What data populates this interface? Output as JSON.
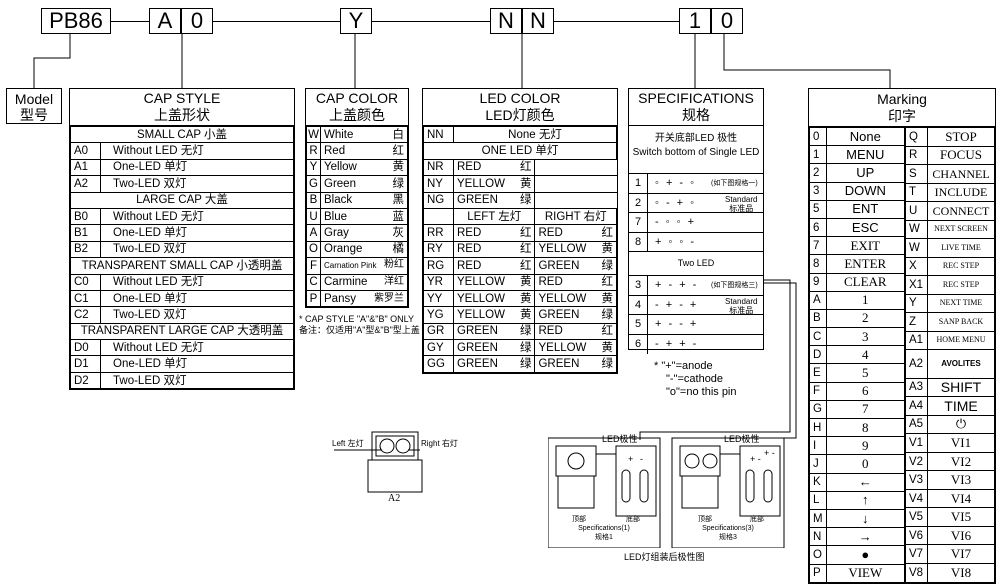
{
  "part_number": {
    "base": "PB86",
    "cap_style_codes": [
      "A",
      "0"
    ],
    "cap_color_code": "Y",
    "led_color_codes": [
      "N",
      "N"
    ],
    "spec_codes": [
      "1",
      "0"
    ]
  },
  "model": {
    "title_en": "Model",
    "title_cn": "型号"
  },
  "cap_style": {
    "title_en": "CAP STYLE",
    "title_cn": "上盖形状",
    "rows": [
      {
        "section": "SMALL CAP 小盖"
      },
      {
        "code": "A0",
        "desc": "Without LED 无灯"
      },
      {
        "code": "A1",
        "desc": "One-LED 单灯"
      },
      {
        "code": "A2",
        "desc": "Two-LED 双灯"
      },
      {
        "section": "LARGE CAP 大盖"
      },
      {
        "code": "B0",
        "desc": "Without LED 无灯"
      },
      {
        "code": "B1",
        "desc": "One-LED 单灯"
      },
      {
        "code": "B2",
        "desc": "Two-LED 双灯"
      },
      {
        "section": "TRANSPARENT SMALL CAP 小透明盖"
      },
      {
        "code": "C0",
        "desc": "Without LED 无灯"
      },
      {
        "code": "C1",
        "desc": "One-LED 单灯"
      },
      {
        "code": "C2",
        "desc": "Two-LED 双灯"
      },
      {
        "section": "TRANSPARENT LARGE CAP 大透明盖"
      },
      {
        "code": "D0",
        "desc": "Without LED 无灯"
      },
      {
        "code": "D1",
        "desc": "One-LED 单灯"
      },
      {
        "code": "D2",
        "desc": "Two-LED 双灯"
      }
    ]
  },
  "cap_color": {
    "title_en": "CAP COLOR",
    "title_cn": "上盖颜色",
    "rows": [
      {
        "code": "W",
        "en": "White",
        "cn": "白"
      },
      {
        "code": "R",
        "en": "Red",
        "cn": "红"
      },
      {
        "code": "Y",
        "en": "Yellow",
        "cn": "黄"
      },
      {
        "code": "G",
        "en": "Green",
        "cn": "绿"
      },
      {
        "code": "B",
        "en": "Black",
        "cn": "黑"
      },
      {
        "code": "U",
        "en": "Blue",
        "cn": "蓝"
      },
      {
        "code": "A",
        "en": "Gray",
        "cn": "灰"
      },
      {
        "code": "O",
        "en": "Orange",
        "cn": "橘"
      },
      {
        "code": "F",
        "en": "Carnation Pink",
        "cn": "粉红"
      },
      {
        "code": "C",
        "en": "Carmine",
        "cn": "洋红"
      },
      {
        "code": "P",
        "en": "Pansy",
        "cn": "紫罗兰"
      }
    ],
    "note_en": "* CAP STYLE \"A\"&\"B\" ONLY",
    "note_cn": "备注：仅适用\"A\"型&\"B\"型上盖"
  },
  "led_color": {
    "title_en": "LED COLOR",
    "title_cn": "LED灯颜色",
    "none_code": "NN",
    "none_desc": "None 无灯",
    "one_led_header": "ONE LED 单灯",
    "one_led": [
      {
        "code": "NR",
        "en": "RED",
        "cn": "红"
      },
      {
        "code": "NY",
        "en": "YELLOW",
        "cn": "黄"
      },
      {
        "code": "NG",
        "en": "GREEN",
        "cn": "绿"
      }
    ],
    "left_header": "LEFT 左灯",
    "right_header": "RIGHT 右灯",
    "two_led": [
      {
        "code": "RR",
        "l_en": "RED",
        "l_cn": "红",
        "r_en": "RED",
        "r_cn": "红"
      },
      {
        "code": "RY",
        "l_en": "RED",
        "l_cn": "红",
        "r_en": "YELLOW",
        "r_cn": "黄"
      },
      {
        "code": "RG",
        "l_en": "RED",
        "l_cn": "红",
        "r_en": "GREEN",
        "r_cn": "绿"
      },
      {
        "code": "YR",
        "l_en": "YELLOW",
        "l_cn": "黄",
        "r_en": "RED",
        "r_cn": "红"
      },
      {
        "code": "YY",
        "l_en": "YELLOW",
        "l_cn": "黄",
        "r_en": "YELLOW",
        "r_cn": "黄"
      },
      {
        "code": "YG",
        "l_en": "YELLOW",
        "l_cn": "黄",
        "r_en": "GREEN",
        "r_cn": "绿"
      },
      {
        "code": "GR",
        "l_en": "GREEN",
        "l_cn": "绿",
        "r_en": "RED",
        "r_cn": "红"
      },
      {
        "code": "GY",
        "l_en": "GREEN",
        "l_cn": "绿",
        "r_en": "YELLOW",
        "r_cn": "黄"
      },
      {
        "code": "GG",
        "l_en": "GREEN",
        "l_cn": "绿",
        "r_en": "GREEN",
        "r_cn": "绿"
      }
    ]
  },
  "specifications": {
    "title_en": "SPECIFICATIONS",
    "title_cn": "规格",
    "subtitle_cn": "开关底部LED 极性",
    "subtitle_en": "Switch bottom of Single LED",
    "single": [
      {
        "code": "1",
        "pins": "◦ + - ◦",
        "note": "(如下图规格一)"
      },
      {
        "code": "2",
        "pins": "◦ - + ◦",
        "note": ""
      },
      {
        "code": "7",
        "pins": "- ◦ ◦ +",
        "note": ""
      },
      {
        "code": "8",
        "pins": "+ ◦ ◦ -",
        "note": ""
      }
    ],
    "single_std_en": "Standard",
    "single_std_cn": "标准品",
    "two_led_header": "Two LED",
    "double": [
      {
        "code": "3",
        "pins": "+ - + -",
        "note": "(如下图规格三)"
      },
      {
        "code": "4",
        "pins": "- + - +",
        "note": ""
      },
      {
        "code": "5",
        "pins": "+ - - +",
        "note": ""
      },
      {
        "code": "6",
        "pins": "- + + -",
        "note": ""
      }
    ],
    "double_std_en": "Standard",
    "double_std_cn": "标准品",
    "legend": [
      "* \"+\"=anode",
      "\"-\"=cathode",
      "\"o\"=no this pin"
    ]
  },
  "marking": {
    "title_en": "Marking",
    "title_cn": "印字",
    "left": [
      {
        "code": "0",
        "text": "None"
      },
      {
        "code": "1",
        "text": "MENU"
      },
      {
        "code": "2",
        "text": "UP"
      },
      {
        "code": "3",
        "text": "DOWN"
      },
      {
        "code": "5",
        "text": "ENT"
      },
      {
        "code": "6",
        "text": "ESC"
      },
      {
        "code": "7",
        "text": "EXIT"
      },
      {
        "code": "8",
        "text": "ENTER"
      },
      {
        "code": "9",
        "text": "CLEAR"
      },
      {
        "code": "A",
        "text": "1"
      },
      {
        "code": "B",
        "text": "2"
      },
      {
        "code": "C",
        "text": "3"
      },
      {
        "code": "D",
        "text": "4"
      },
      {
        "code": "E",
        "text": "5"
      },
      {
        "code": "F",
        "text": "6"
      },
      {
        "code": "G",
        "text": "7"
      },
      {
        "code": "H",
        "text": "8"
      },
      {
        "code": "I",
        "text": "9"
      },
      {
        "code": "J",
        "text": "0"
      },
      {
        "code": "K",
        "text": "←"
      },
      {
        "code": "L",
        "text": "↑"
      },
      {
        "code": "M",
        "text": "↓"
      },
      {
        "code": "N",
        "text": "→"
      },
      {
        "code": "O",
        "text": "●"
      },
      {
        "code": "P",
        "text": "VIEW"
      }
    ],
    "right": [
      {
        "code": "Q",
        "text": "STOP"
      },
      {
        "code": "R",
        "text": "FOCUS"
      },
      {
        "code": "S",
        "text": "CHANNEL"
      },
      {
        "code": "T",
        "text": "INCLUDE"
      },
      {
        "code": "U",
        "text": "CONNECT"
      },
      {
        "code": "W",
        "text": "NEXT SCREEN"
      },
      {
        "code": "W",
        "text": "LIVE TIME"
      },
      {
        "code": "X",
        "text": "REC STEP"
      },
      {
        "code": "X1",
        "text": "REC STEP"
      },
      {
        "code": "Y",
        "text": "NEXT TIME"
      },
      {
        "code": "Z",
        "text": "SANP BACK"
      },
      {
        "code": "A1",
        "text": "HOME MENU"
      },
      {
        "code": "A2",
        "text": "AVOLITES"
      },
      {
        "code": "A3",
        "text": "SHIFT"
      },
      {
        "code": "A4",
        "text": "TIME"
      },
      {
        "code": "A5",
        "text": "⏻"
      },
      {
        "code": "V1",
        "text": "VI1"
      },
      {
        "code": "V2",
        "text": "VI2"
      },
      {
        "code": "V3",
        "text": "VI3"
      },
      {
        "code": "V4",
        "text": "VI4"
      },
      {
        "code": "V5",
        "text": "VI5"
      },
      {
        "code": "V6",
        "text": "VI6"
      },
      {
        "code": "V7",
        "text": "VI7"
      },
      {
        "code": "V8",
        "text": "VI8"
      }
    ]
  },
  "a2_diagram": {
    "left_label": "Left 左灯",
    "right_label": "Right 右灯",
    "caption": "A2"
  },
  "spec_diagrams": {
    "led_polarity": "LED极性",
    "top_label": "顶部",
    "bottom_label": "底部",
    "spec1_en": "Specifications(1)",
    "spec1_cn": "规格1",
    "spec3_en": "Specifications(3)",
    "spec3_cn": "规格3",
    "caption": "LED灯组装后极性图"
  }
}
